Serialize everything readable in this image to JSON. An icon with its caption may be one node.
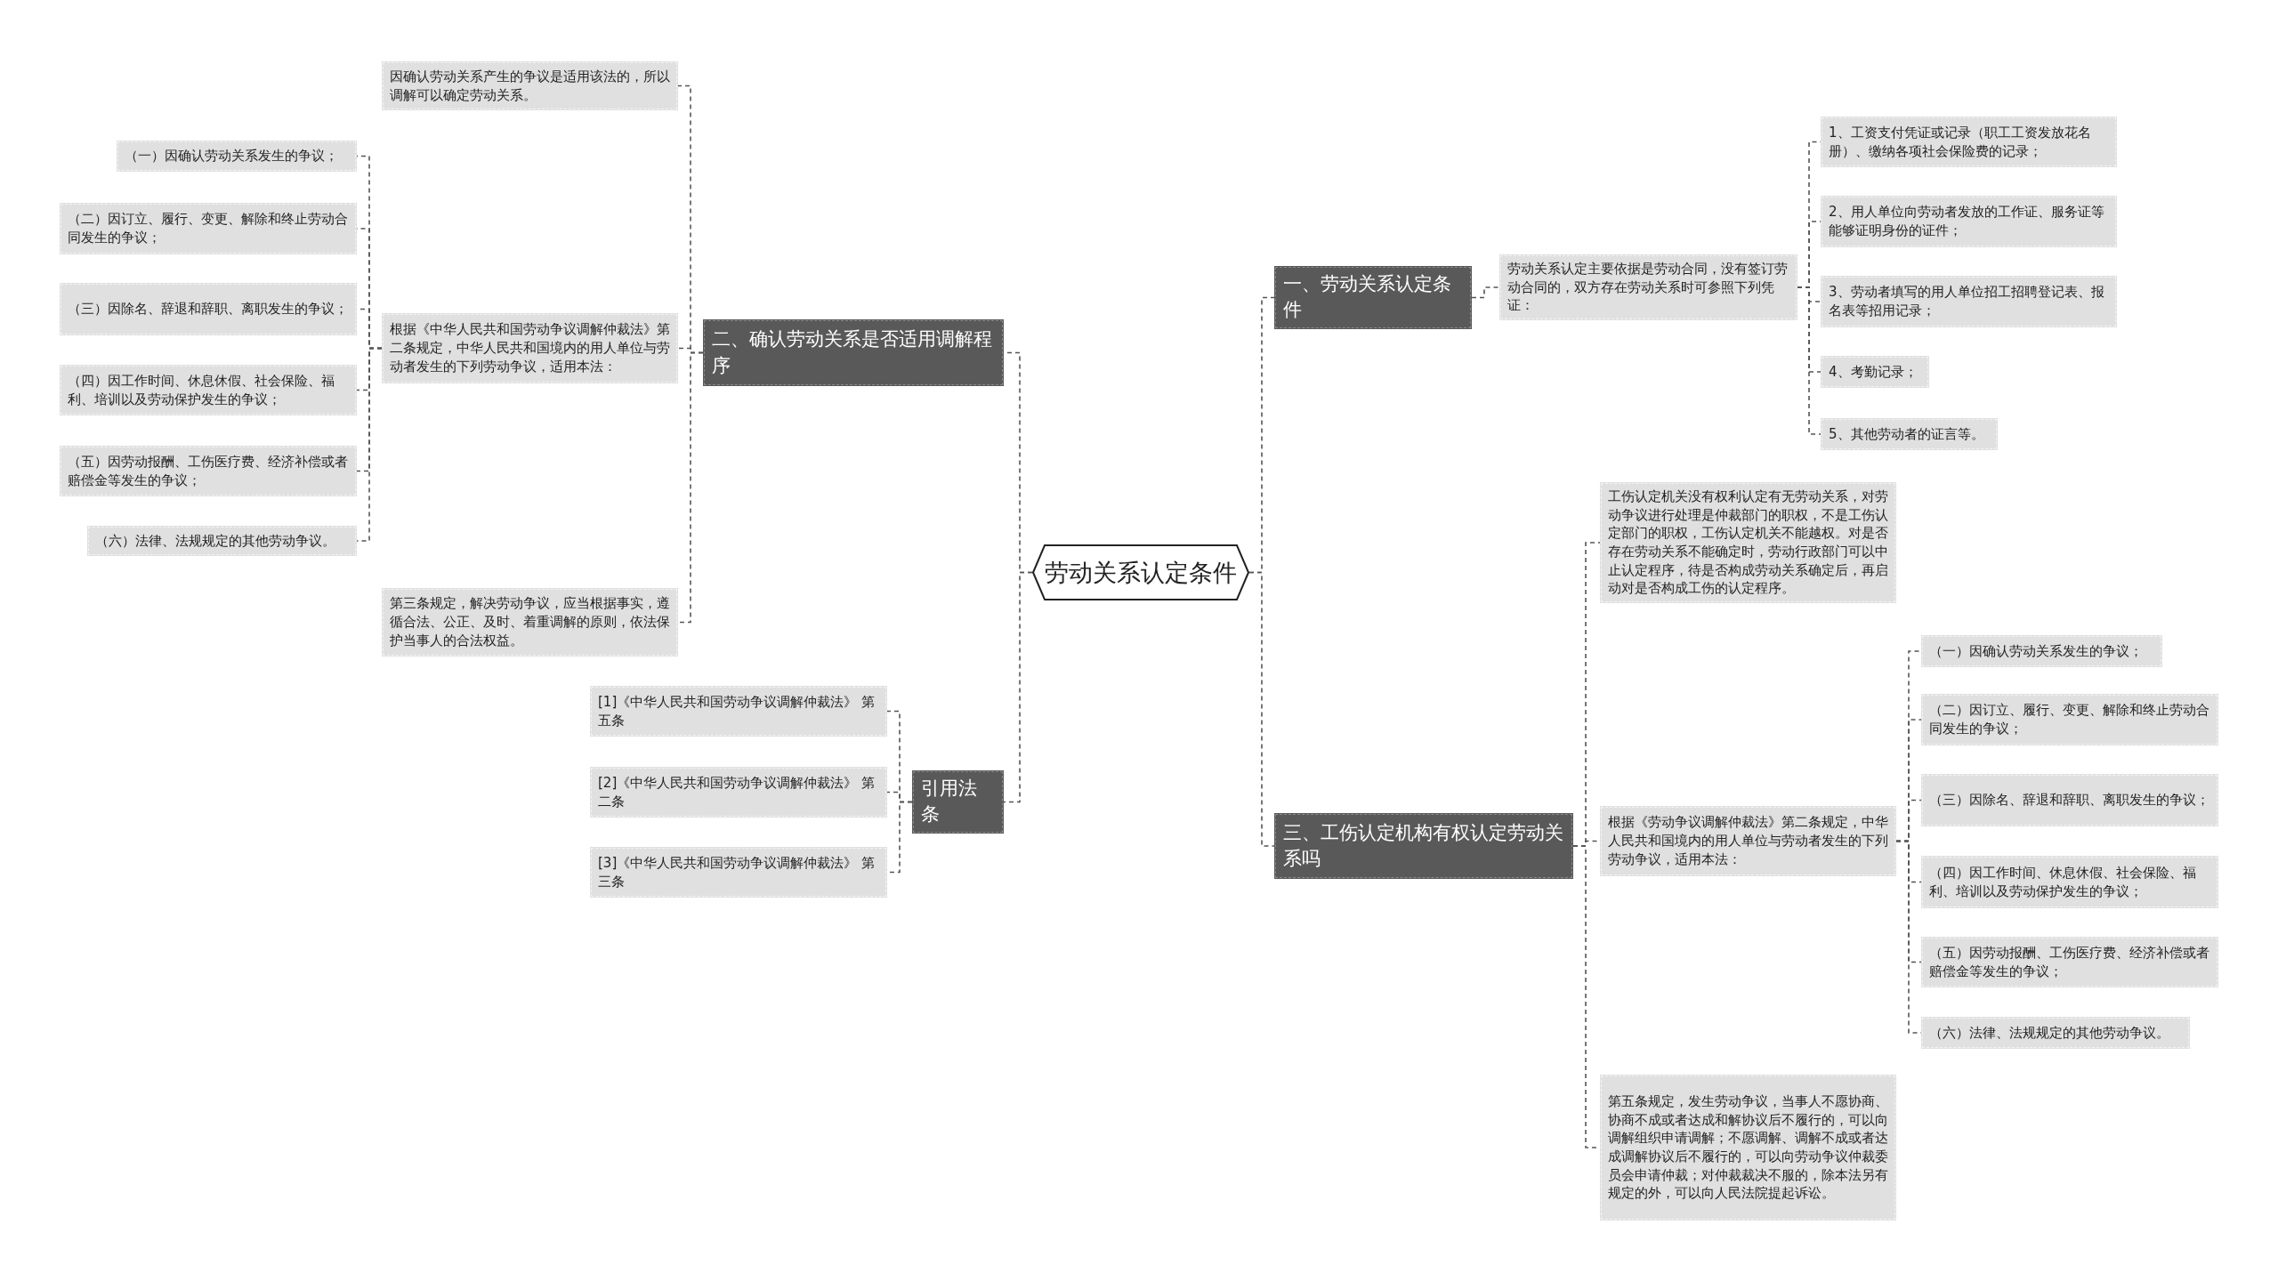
{
  "diagram": {
    "nodes": [
      {
        "text": [
          "劳动关系认定条件"
        ]
      },
      {
        "text": [
          "一、劳动关系认定条件"
        ]
      },
      {
        "text": [
          "劳动关系认定主要依据是劳动合同，没有签订劳动合同的，双方存在劳动关系时可参照下列凭证："
        ]
      },
      {
        "text": [
          "1、工资支付凭证或记录（职工工资发放花名册）、缴纳各项社会保险费的记录；"
        ]
      },
      {
        "text": [
          "2、用人单位向劳动者发放的工作证、服务证等能够证明身份的证件；"
        ]
      },
      {
        "text": [
          "3、劳动者填写的用人单位招工招聘登记表、报名表等招用记录；"
        ]
      },
      {
        "text": [
          "4、考勤记录；"
        ]
      },
      {
        "text": [
          "5、其他劳动者的证言等。"
        ]
      },
      {
        "text": [
          "三、工伤认定机构有权认定劳动关系吗"
        ]
      },
      {
        "text": [
          "工伤认定机关没有权利认定有无劳动关系，对劳动争议进行处理是仲裁部门的职权，不是工伤认定部门的职权，工伤认定机关不能越权。对是否存在劳动关系不能确定时，劳动行政部门可以中止认定程序，待是否构成劳动关系确定后，再启动对是否构成工伤的认定程序。"
        ]
      },
      {
        "text": [
          "根据《劳动争议调解仲裁法》第二条规定，中华人民共和国境内的用人单位与劳动者发生的下列劳动争议，适用本法："
        ]
      },
      {
        "text": [
          "（一）因确认劳动关系发生的争议；"
        ]
      },
      {
        "text": [
          "（二）因订立、履行、变更、解除和终止劳动合同发生的争议；"
        ]
      },
      {
        "text": [
          "（三）因除名、辞退和辞职、离职发生的争议；"
        ]
      },
      {
        "text": [
          "（四）因工作时间、休息休假、社会保险、福利、培训以及劳动保护发生的争议；"
        ]
      },
      {
        "text": [
          "（五）因劳动报酬、工伤医疗费、经济补偿或者赔偿金等发生的争议；"
        ]
      },
      {
        "text": [
          "（六）法律、法规规定的其他劳动争议。"
        ]
      },
      {
        "text": [
          "第五条规定，发生劳动争议，当事人不愿协商、协商不成或者达成和解协议后不履行的，可以向调解组织申请调解；不愿调解、调解不成或者达成调解协议后不履行的，可以向劳动争议仲裁委员会申请仲裁；对仲裁裁决不服的，除本法另有规定的外，可以向人民法院提起诉讼。"
        ]
      },
      {
        "text": [
          "二、确认劳动关系是否适用调解程序"
        ]
      },
      {
        "text": [
          "因确认劳动关系产生的争议是适用该法的，所以调解可以确定劳动关系。"
        ]
      },
      {
        "text": [
          "根据《中华人民共和国劳动争议调解仲裁法》第二条规定，中华人民共和国境内的用人单位与劳动者发生的下列劳动争议，适用本法："
        ]
      },
      {
        "text": [
          "（一）因确认劳动关系发生的争议；"
        ]
      },
      {
        "text": [
          "（二）因订立、履行、变更、解除和终止劳动合同发生的争议；"
        ]
      },
      {
        "text": [
          "（三）因除名、辞退和辞职、离职发生的争议；"
        ]
      },
      {
        "text": [
          "（四）因工作时间、休息休假、社会保险、福利、培训以及劳动保护发生的争议；"
        ]
      },
      {
        "text": [
          "（五）因劳动报酬、工伤医疗费、经济补偿或者赔偿金等发生的争议；"
        ]
      },
      {
        "text": [
          "（六）法律、法规规定的其他劳动争议。"
        ]
      },
      {
        "text": [
          "第三条规定，解决劳动争议，应当根据事实，遵循合法、公正、及时、着重调解的原则，依法保护当事人的合法权益。"
        ]
      },
      {
        "text": [
          "引用法条"
        ]
      },
      {
        "text": [
          "[1]《中华人民共和国劳动争议调解仲裁法》 第五条"
        ]
      },
      {
        "text": [
          "[2]《中华人民共和国劳动争议调解仲裁法》 第二条"
        ]
      },
      {
        "text": [
          "[3]《中华人民共和国劳动争议调解仲裁法》 第三条"
        ]
      }
    ],
    "edges": [
      {
        "from": 0,
        "to": 1,
        "arrow": "none"
      },
      {
        "from": 1,
        "to": 2,
        "arrow": "none"
      },
      {
        "from": 2,
        "to": 3,
        "arrow": "none"
      },
      {
        "from": 2,
        "to": 4,
        "arrow": "none"
      },
      {
        "from": 2,
        "to": 5,
        "arrow": "none"
      },
      {
        "from": 2,
        "to": 6,
        "arrow": "none"
      },
      {
        "from": 2,
        "to": 7,
        "arrow": "none"
      },
      {
        "from": 0,
        "to": 8,
        "arrow": "none"
      },
      {
        "from": 8,
        "to": 9,
        "arrow": "none"
      },
      {
        "from": 8,
        "to": 10,
        "arrow": "none"
      },
      {
        "from": 10,
        "to": 11,
        "arrow": "none"
      },
      {
        "from": 10,
        "to": 12,
        "arrow": "none"
      },
      {
        "from": 10,
        "to": 13,
        "arrow": "none"
      },
      {
        "from": 10,
        "to": 14,
        "arrow": "none"
      },
      {
        "from": 10,
        "to": 15,
        "arrow": "none"
      },
      {
        "from": 10,
        "to": 16,
        "arrow": "none"
      },
      {
        "from": 8,
        "to": 17,
        "arrow": "none"
      },
      {
        "from": 0,
        "to": 18,
        "arrow": "none"
      },
      {
        "from": 18,
        "to": 19,
        "arrow": "none"
      },
      {
        "from": 18,
        "to": 20,
        "arrow": "none"
      },
      {
        "from": 20,
        "to": 21,
        "arrow": "none"
      },
      {
        "from": 20,
        "to": 22,
        "arrow": "none"
      },
      {
        "from": 20,
        "to": 23,
        "arrow": "none"
      },
      {
        "from": 20,
        "to": 24,
        "arrow": "none"
      },
      {
        "from": 20,
        "to": 25,
        "arrow": "none"
      },
      {
        "from": 20,
        "to": 26,
        "arrow": "none"
      },
      {
        "from": 18,
        "to": 27,
        "arrow": "none"
      },
      {
        "from": 0,
        "to": 28,
        "arrow": "none"
      },
      {
        "from": 28,
        "to": 29,
        "arrow": "none"
      },
      {
        "from": 28,
        "to": 30,
        "arrow": "none"
      },
      {
        "from": 28,
        "to": 31,
        "arrow": "none"
      }
    ]
  }
}
